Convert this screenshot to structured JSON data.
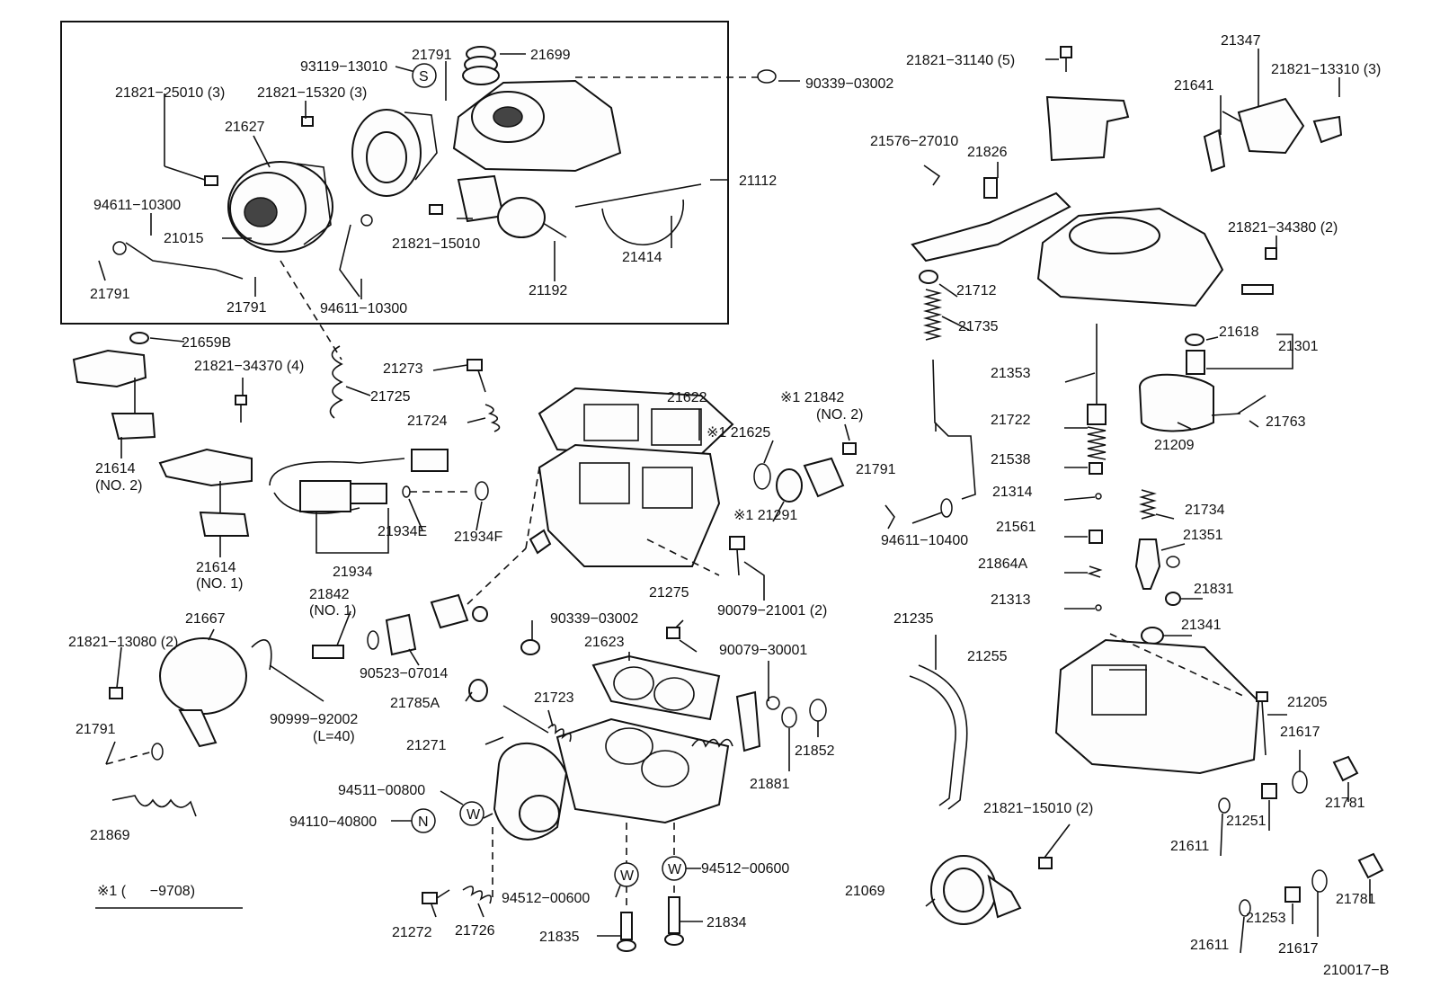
{
  "diagram_id": "210017−B",
  "note": "※1 (      −9708)",
  "letters": {
    "s": "S",
    "n": "N",
    "w1": "W",
    "w2": "W",
    "w3": "W"
  },
  "labels": {
    "p21791a": "21791",
    "p21699": "21699",
    "p93119": "93119−13010",
    "p90339a": "90339−03002",
    "p21821_25010": "21821−25010 (3)",
    "p21821_15320": "21821−15320 (3)",
    "p21627": "21627",
    "p21112": "21112",
    "p94611_10300a": "94611−10300",
    "p21015": "21015",
    "p21821_15010a": "21821−15010",
    "p21414": "21414",
    "p21791b": "21791",
    "p21791c": "21791",
    "p94611_10300b": "94611−10300",
    "p21192": "21192",
    "p21659b": "21659B",
    "p21821_34370": "21821−34370 (4)",
    "p21273": "21273",
    "p21725": "21725",
    "p21622": "21622",
    "p21842_no2_star": "※1 21842",
    "p21842_no2": "(NO. 2)",
    "p21724": "21724",
    "p21625": "※1 21625",
    "p21614_no2": "21614",
    "p21614_no2_sub": "(NO. 2)",
    "p21791d": "21791",
    "p21291": "※1 21291",
    "p21934e": "21934E",
    "p21934f": "21934F",
    "p94611_10400": "94611−10400",
    "p21614_no1": "21614",
    "p21614_no1_sub": "(NO. 1)",
    "p21934": "21934",
    "p21842_no1": "21842",
    "p21842_no1_sub": "(NO. 1)",
    "p21275": "21275",
    "p90079_21001": "90079−21001 (2)",
    "p21667": "21667",
    "p21821_13080": "21821−13080 (2)",
    "p90339b": "90339−03002",
    "p21623": "21623",
    "p90079_30001": "90079−30001",
    "p90523": "90523−07014",
    "p21785a": "21785A",
    "p21723": "21723",
    "p21791e": "21791",
    "p90999": "90999−92002",
    "p90999_sub": "(L=40)",
    "p21271": "21271",
    "p21852": "21852",
    "p21881": "21881",
    "p94511": "94511−00800",
    "p94110": "94110−40800",
    "p21869": "21869",
    "p94512a": "94512−00600",
    "p94512b": "94512−00600",
    "p21272": "21272",
    "p21726": "21726",
    "p21835": "21835",
    "p21834": "21834",
    "p21821_31140": "21821−31140 (5)",
    "p21347": "21347",
    "p21641": "21641",
    "p21821_13310": "21821−13310 (3)",
    "p21576": "21576−27010",
    "p21826": "21826",
    "p21821_34380": "21821−34380 (2)",
    "p21712": "21712",
    "p21735": "21735",
    "p21618": "21618",
    "p21301": "21301",
    "p21353": "21353",
    "p21722": "21722",
    "p21763": "21763",
    "p21209": "21209",
    "p21538": "21538",
    "p21314": "21314",
    "p21734": "21734",
    "p21561": "21561",
    "p21351": "21351",
    "p21864a": "21864A",
    "p21831": "21831",
    "p21313": "21313",
    "p21235": "21235",
    "p21341": "21341",
    "p21255": "21255",
    "p21205": "21205",
    "p21617a": "21617",
    "p21821_15010b": "21821−15010 (2)",
    "p21781a": "21781",
    "p21251": "21251",
    "p21611a": "21611",
    "p21069": "21069",
    "p21781b": "21781",
    "p21253": "21253",
    "p21611b": "21611",
    "p21617b": "21617"
  }
}
